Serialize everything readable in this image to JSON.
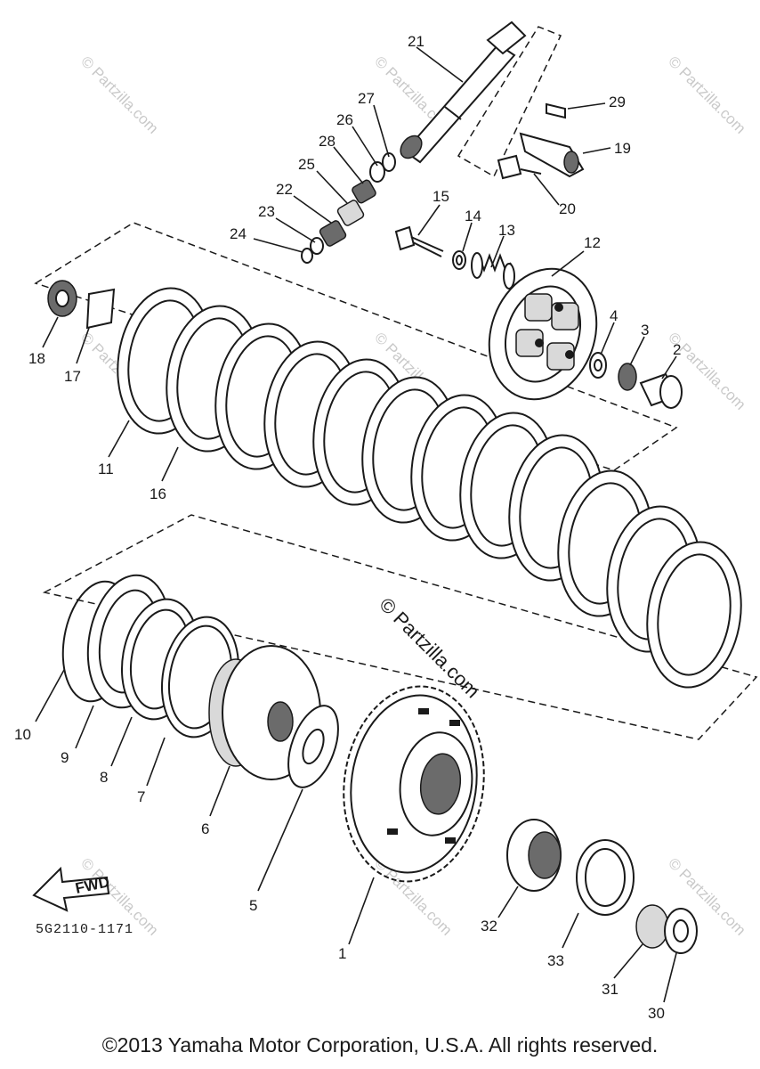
{
  "diagram": {
    "part_numbers": [
      "1",
      "2",
      "3",
      "4",
      "5",
      "6",
      "7",
      "8",
      "9",
      "10",
      "11",
      "12",
      "13",
      "14",
      "15",
      "16",
      "17",
      "18",
      "19",
      "20",
      "21",
      "22",
      "23",
      "24",
      "25",
      "26",
      "27",
      "28",
      "29",
      "30",
      "31",
      "32",
      "33"
    ],
    "drawing_code": "5G2110-1171",
    "fwd_label": "FWD",
    "watermark": "© Partzilla.com",
    "copyright": "©2013 Yamaha Motor Corporation, U.S.A. All rights reserved."
  }
}
